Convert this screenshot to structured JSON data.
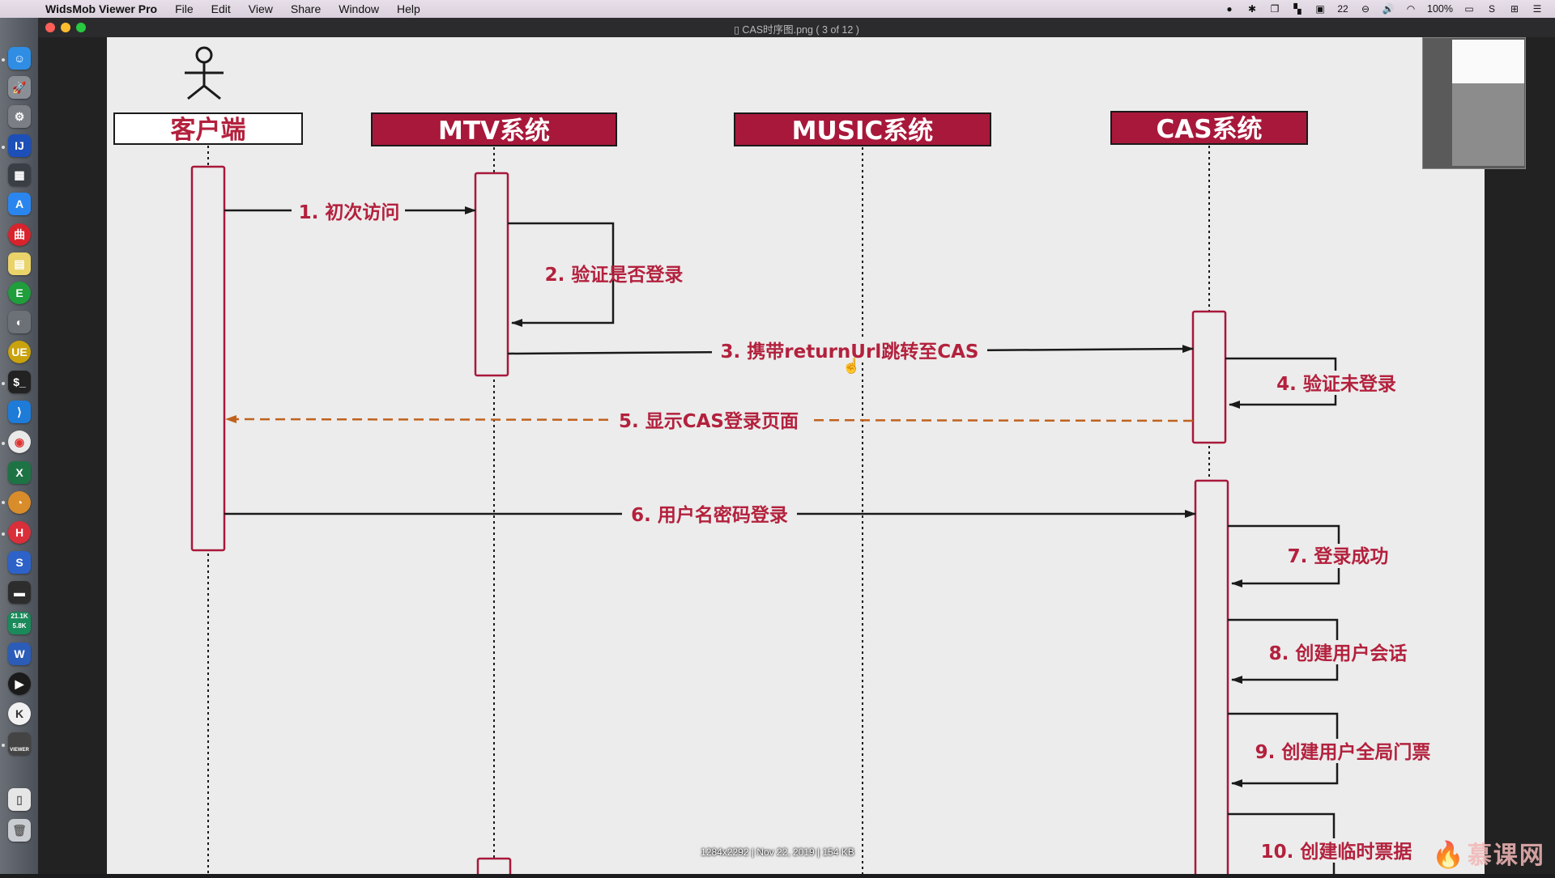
{
  "menubar": {
    "app_name": "WidsMob Viewer Pro",
    "menus": [
      "File",
      "Edit",
      "View",
      "Share",
      "Window",
      "Help"
    ],
    "status": {
      "badge_number": "22",
      "battery_text": "100%"
    }
  },
  "window": {
    "title": "CAS时序图.png ( 3 of 12 )",
    "image_info": "1284x2292 | Nov 22, 2019 | 154 KB"
  },
  "dock": {
    "badges": {
      "stats_top": "21.1K",
      "stats_bottom": "5.8K",
      "chrome_like_label": "VIEWER"
    }
  },
  "diagram": {
    "actors": [
      {
        "label": "客户端"
      },
      {
        "label": "MTV系统"
      },
      {
        "label": "MUSIC系统"
      },
      {
        "label": "CAS系统"
      }
    ],
    "messages": [
      "1. 初次访问",
      "2. 验证是否登录",
      "3. 携带returnUrl跳转至CAS",
      "4. 验证未登录",
      "5. 显示CAS登录页面",
      "6. 用户名密码登录",
      "7. 登录成功",
      "8. 创建用户会话",
      "9. 创建用户全局门票",
      "10. 创建临时票据"
    ],
    "colors": {
      "header_fill": "#a8183a",
      "message_text": "#b3213d",
      "activation_border": "#a8183a",
      "return_arrow": "#c0621e",
      "line": "#1a1a1a"
    }
  },
  "watermark": "慕课网"
}
